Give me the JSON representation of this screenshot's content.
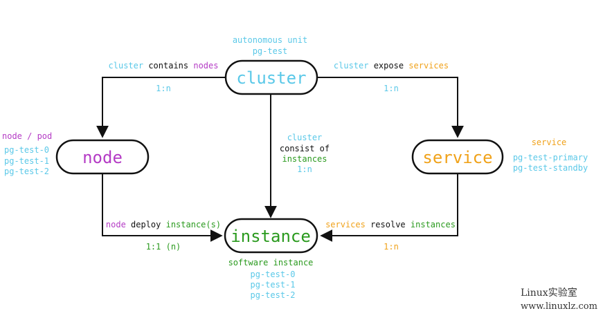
{
  "colors": {
    "cyan": "#5ac8e8",
    "purple": "#b43bc5",
    "green": "#2a9a1e",
    "orange": "#f0a21a",
    "black": "#111111"
  },
  "nodes": {
    "cluster": {
      "label": "cluster"
    },
    "node": {
      "label": "node"
    },
    "service": {
      "label": "service"
    },
    "instance": {
      "label": "instance"
    }
  },
  "captions": {
    "cluster": [
      "autonomous unit",
      "pg-test"
    ],
    "node_title": "node / pod",
    "node_list": [
      "pg-test-0",
      "pg-test-1",
      "pg-test-2"
    ],
    "service_title": "service",
    "service_list": [
      "pg-test-primary",
      "pg-test-standby"
    ],
    "instance_title": "software instance",
    "instance_list": [
      "pg-test-0",
      "pg-test-1",
      "pg-test-2"
    ]
  },
  "edges": {
    "cluster_node": {
      "w1": "cluster",
      "w2": " contains ",
      "w3": "nodes",
      "cardinality": "1:n"
    },
    "cluster_service": {
      "w1": "cluster",
      "w2": " expose ",
      "w3": "services",
      "cardinality": "1:n"
    },
    "cluster_instance": {
      "w1": "cluster",
      "w2": "consist of",
      "w3": "instances",
      "cardinality": "1:n"
    },
    "node_instance": {
      "w1": "node",
      "w2": " deploy ",
      "w3": "instance(s)",
      "cardinality": "1:1 (n)"
    },
    "service_instance": {
      "w1": "services",
      "w2": " resolve ",
      "w3": "instances",
      "cardinality": "1:n"
    }
  },
  "watermark": {
    "line1": "Linux实验室",
    "line2": "www.linuxlz.com"
  }
}
